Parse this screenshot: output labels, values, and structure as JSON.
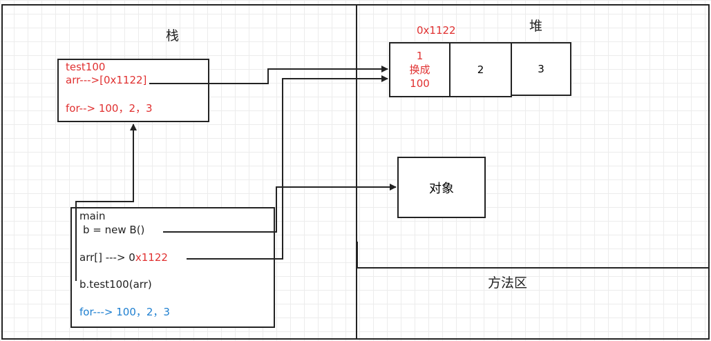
{
  "stack": {
    "title": "栈",
    "frame_test100": {
      "name": "test100",
      "arr_ref": "arr--->[0x1122]",
      "for_line": "for--> 100，2，3"
    },
    "frame_main": {
      "name": "main",
      "b_line": "b = new B()",
      "arr_prefix": "arr[]  ---> 0",
      "arr_addr": "x1122",
      "call_line": "b.test100(arr)",
      "for_line": "for---> 100，2，3"
    }
  },
  "heap": {
    "title": "堆",
    "array_address": "0x1122",
    "cells": [
      {
        "lines": [
          "1",
          "换成",
          "100"
        ]
      },
      {
        "lines": [
          "2"
        ]
      },
      {
        "lines": [
          "3"
        ]
      }
    ],
    "object_label": "对象"
  },
  "method_area": {
    "title": "方法区"
  },
  "colors": {
    "highlight": "#e03030",
    "accent_blue": "#1e7fd0",
    "line": "#222222"
  }
}
